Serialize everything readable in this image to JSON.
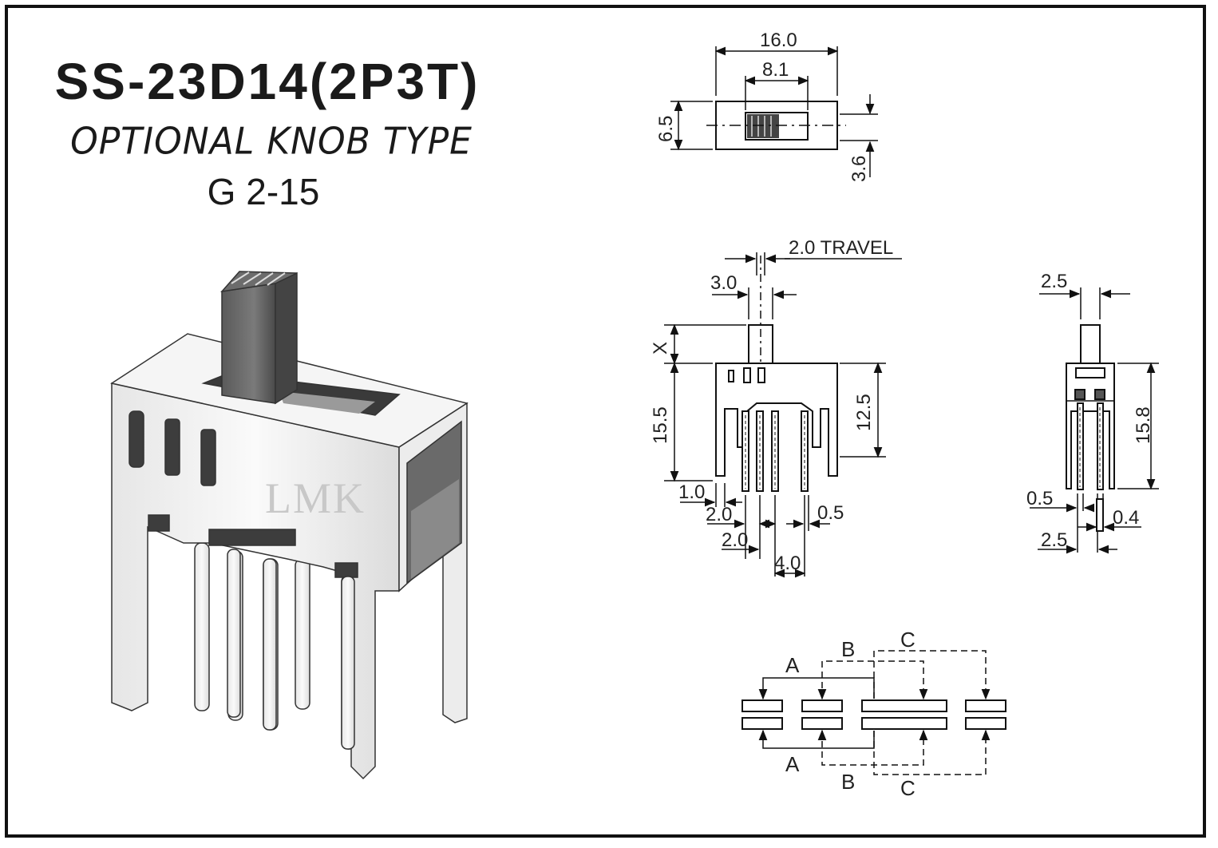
{
  "header": {
    "model": "SS-23D14(2P3T)",
    "subtitle": "OPTIONAL KNOB TYPE",
    "code": "G 2-15"
  },
  "product_image": {
    "brand_mark": "LMK"
  },
  "top_view": {
    "overall_width": "16.0",
    "slot_width": "8.1",
    "height": "6.5",
    "knob_offset": "3.6"
  },
  "front_view": {
    "travel": "2.0 TRAVEL",
    "knob_width": "3.0",
    "knob_height": "X",
    "overall_height": "15.5",
    "pin_height": "12.5",
    "pin_width": "1.0",
    "pitch_a": "2.0",
    "pitch_b": "2.0",
    "pin_thickness": "0.5",
    "pitch_c": "4.0"
  },
  "side_view": {
    "knob_width": "2.5",
    "overall_height": "15.8",
    "pin_width": "0.5",
    "pin_thickness": "0.4",
    "pin_pitch": "2.5"
  },
  "schematic": {
    "labels": [
      "A",
      "B",
      "C",
      "A",
      "B",
      "C"
    ]
  },
  "colors": {
    "line": "#111111",
    "body_fill": "#f2f2f2",
    "shade": "#555555"
  }
}
